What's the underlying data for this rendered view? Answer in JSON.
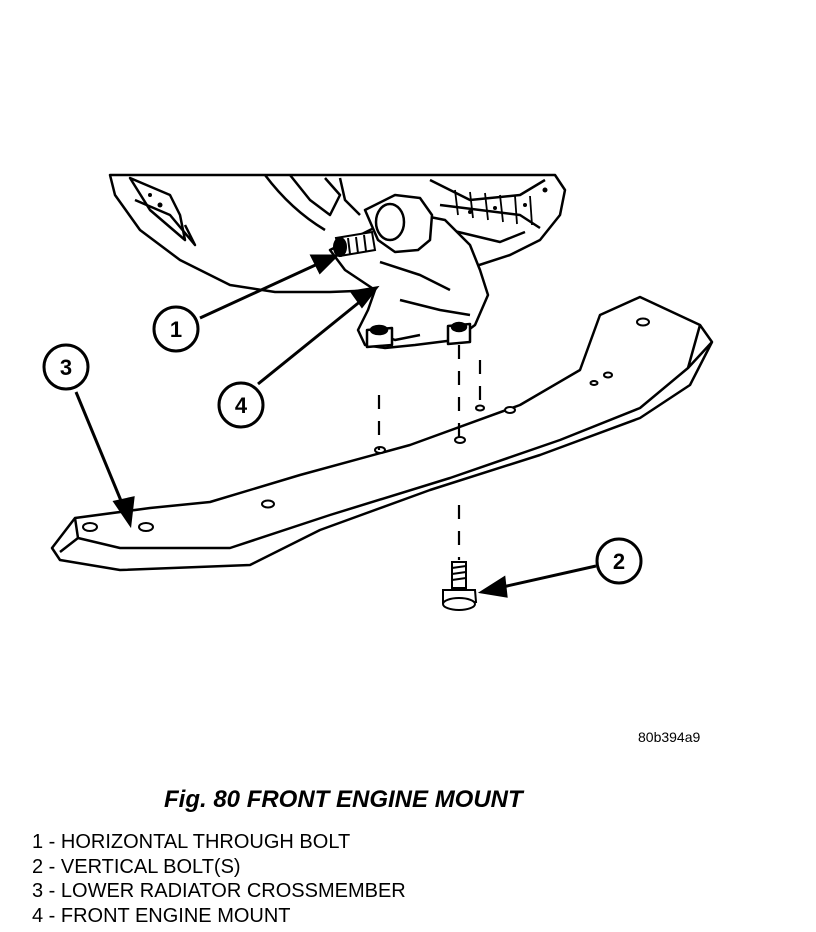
{
  "callouts": [
    "1",
    "2",
    "3",
    "4"
  ],
  "figure_code": "80b394a9",
  "caption": "Fig. 80 FRONT ENGINE MOUNT",
  "legend": [
    "1 - HORIZONTAL THROUGH BOLT",
    "2 - VERTICAL BOLT(S)",
    "3 - LOWER RADIATOR CROSSMEMBER",
    "4 - FRONT ENGINE MOUNT"
  ]
}
